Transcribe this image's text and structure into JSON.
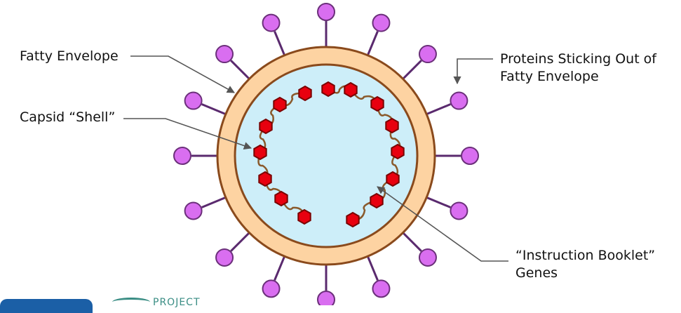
{
  "labels": {
    "fatty_envelope": "Fatty Envelope",
    "capsid_shell": "Capsid “Shell”",
    "proteins_line1": "Proteins Sticking Out of",
    "proteins_line2": "Fatty Envelope",
    "instruction_line1": "“Instruction Booklet”",
    "instruction_line2": "Genes"
  },
  "logo": {
    "partial_text": "PROJECT"
  },
  "colors": {
    "envelope_fill": "#fdd3a2",
    "envelope_stroke": "#8a4a1c",
    "interior_fill": "#cdeef9",
    "spike_stem": "#5a2a6e",
    "spike_head": "#d96ef0",
    "spike_head_stroke": "#6b2f7a",
    "gene_fill": "#e8000f",
    "gene_stroke": "#7a0000",
    "rna_strand": "#8a5a2c",
    "pointer_line": "#555555",
    "logo_blue": "#1b5fa6",
    "logo_teal": "#3a8d84"
  }
}
